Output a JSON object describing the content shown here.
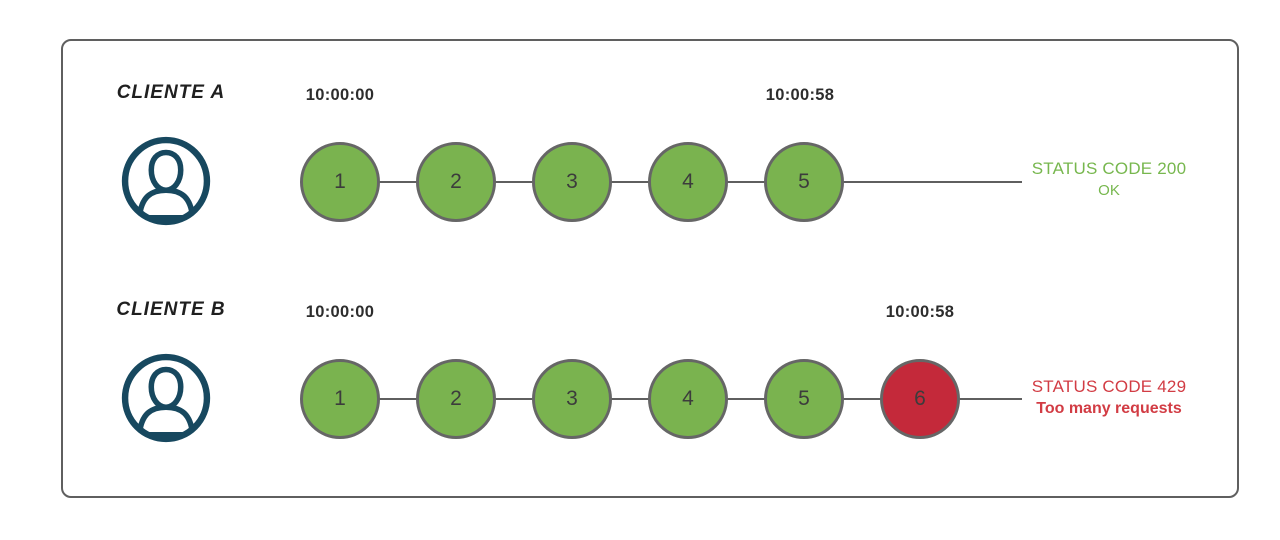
{
  "diagram": {
    "colors": {
      "success": "#7ab34f",
      "error": "#c4293a",
      "stroke": "#5f5f5f",
      "avatar": "#17485f",
      "status_ok_text": "#77b74e",
      "status_err_text": "#d23c44",
      "time_text": "#2d2d2d",
      "label_text": "#1f1f1f"
    },
    "icons": {
      "client": "user-icon"
    },
    "clients": [
      {
        "name": "CLIENTE A",
        "start_time": "10:00:00",
        "end_time": "10:00:58",
        "requests": [
          {
            "label": "1",
            "status": "success"
          },
          {
            "label": "2",
            "status": "success"
          },
          {
            "label": "3",
            "status": "success"
          },
          {
            "label": "4",
            "status": "success"
          },
          {
            "label": "5",
            "status": "success"
          }
        ],
        "status_line1": "STATUS CODE 200",
        "status_line2": "OK",
        "status_color": "#77b74e"
      },
      {
        "name": "CLIENTE B",
        "start_time": "10:00:00",
        "end_time": "10:00:58",
        "requests": [
          {
            "label": "1",
            "status": "success"
          },
          {
            "label": "2",
            "status": "success"
          },
          {
            "label": "3",
            "status": "success"
          },
          {
            "label": "4",
            "status": "success"
          },
          {
            "label": "5",
            "status": "success"
          },
          {
            "label": "6",
            "status": "error"
          }
        ],
        "status_line1": "STATUS CODE 429",
        "status_line2": "Too many requests",
        "status_color": "#d23c44"
      }
    ]
  }
}
